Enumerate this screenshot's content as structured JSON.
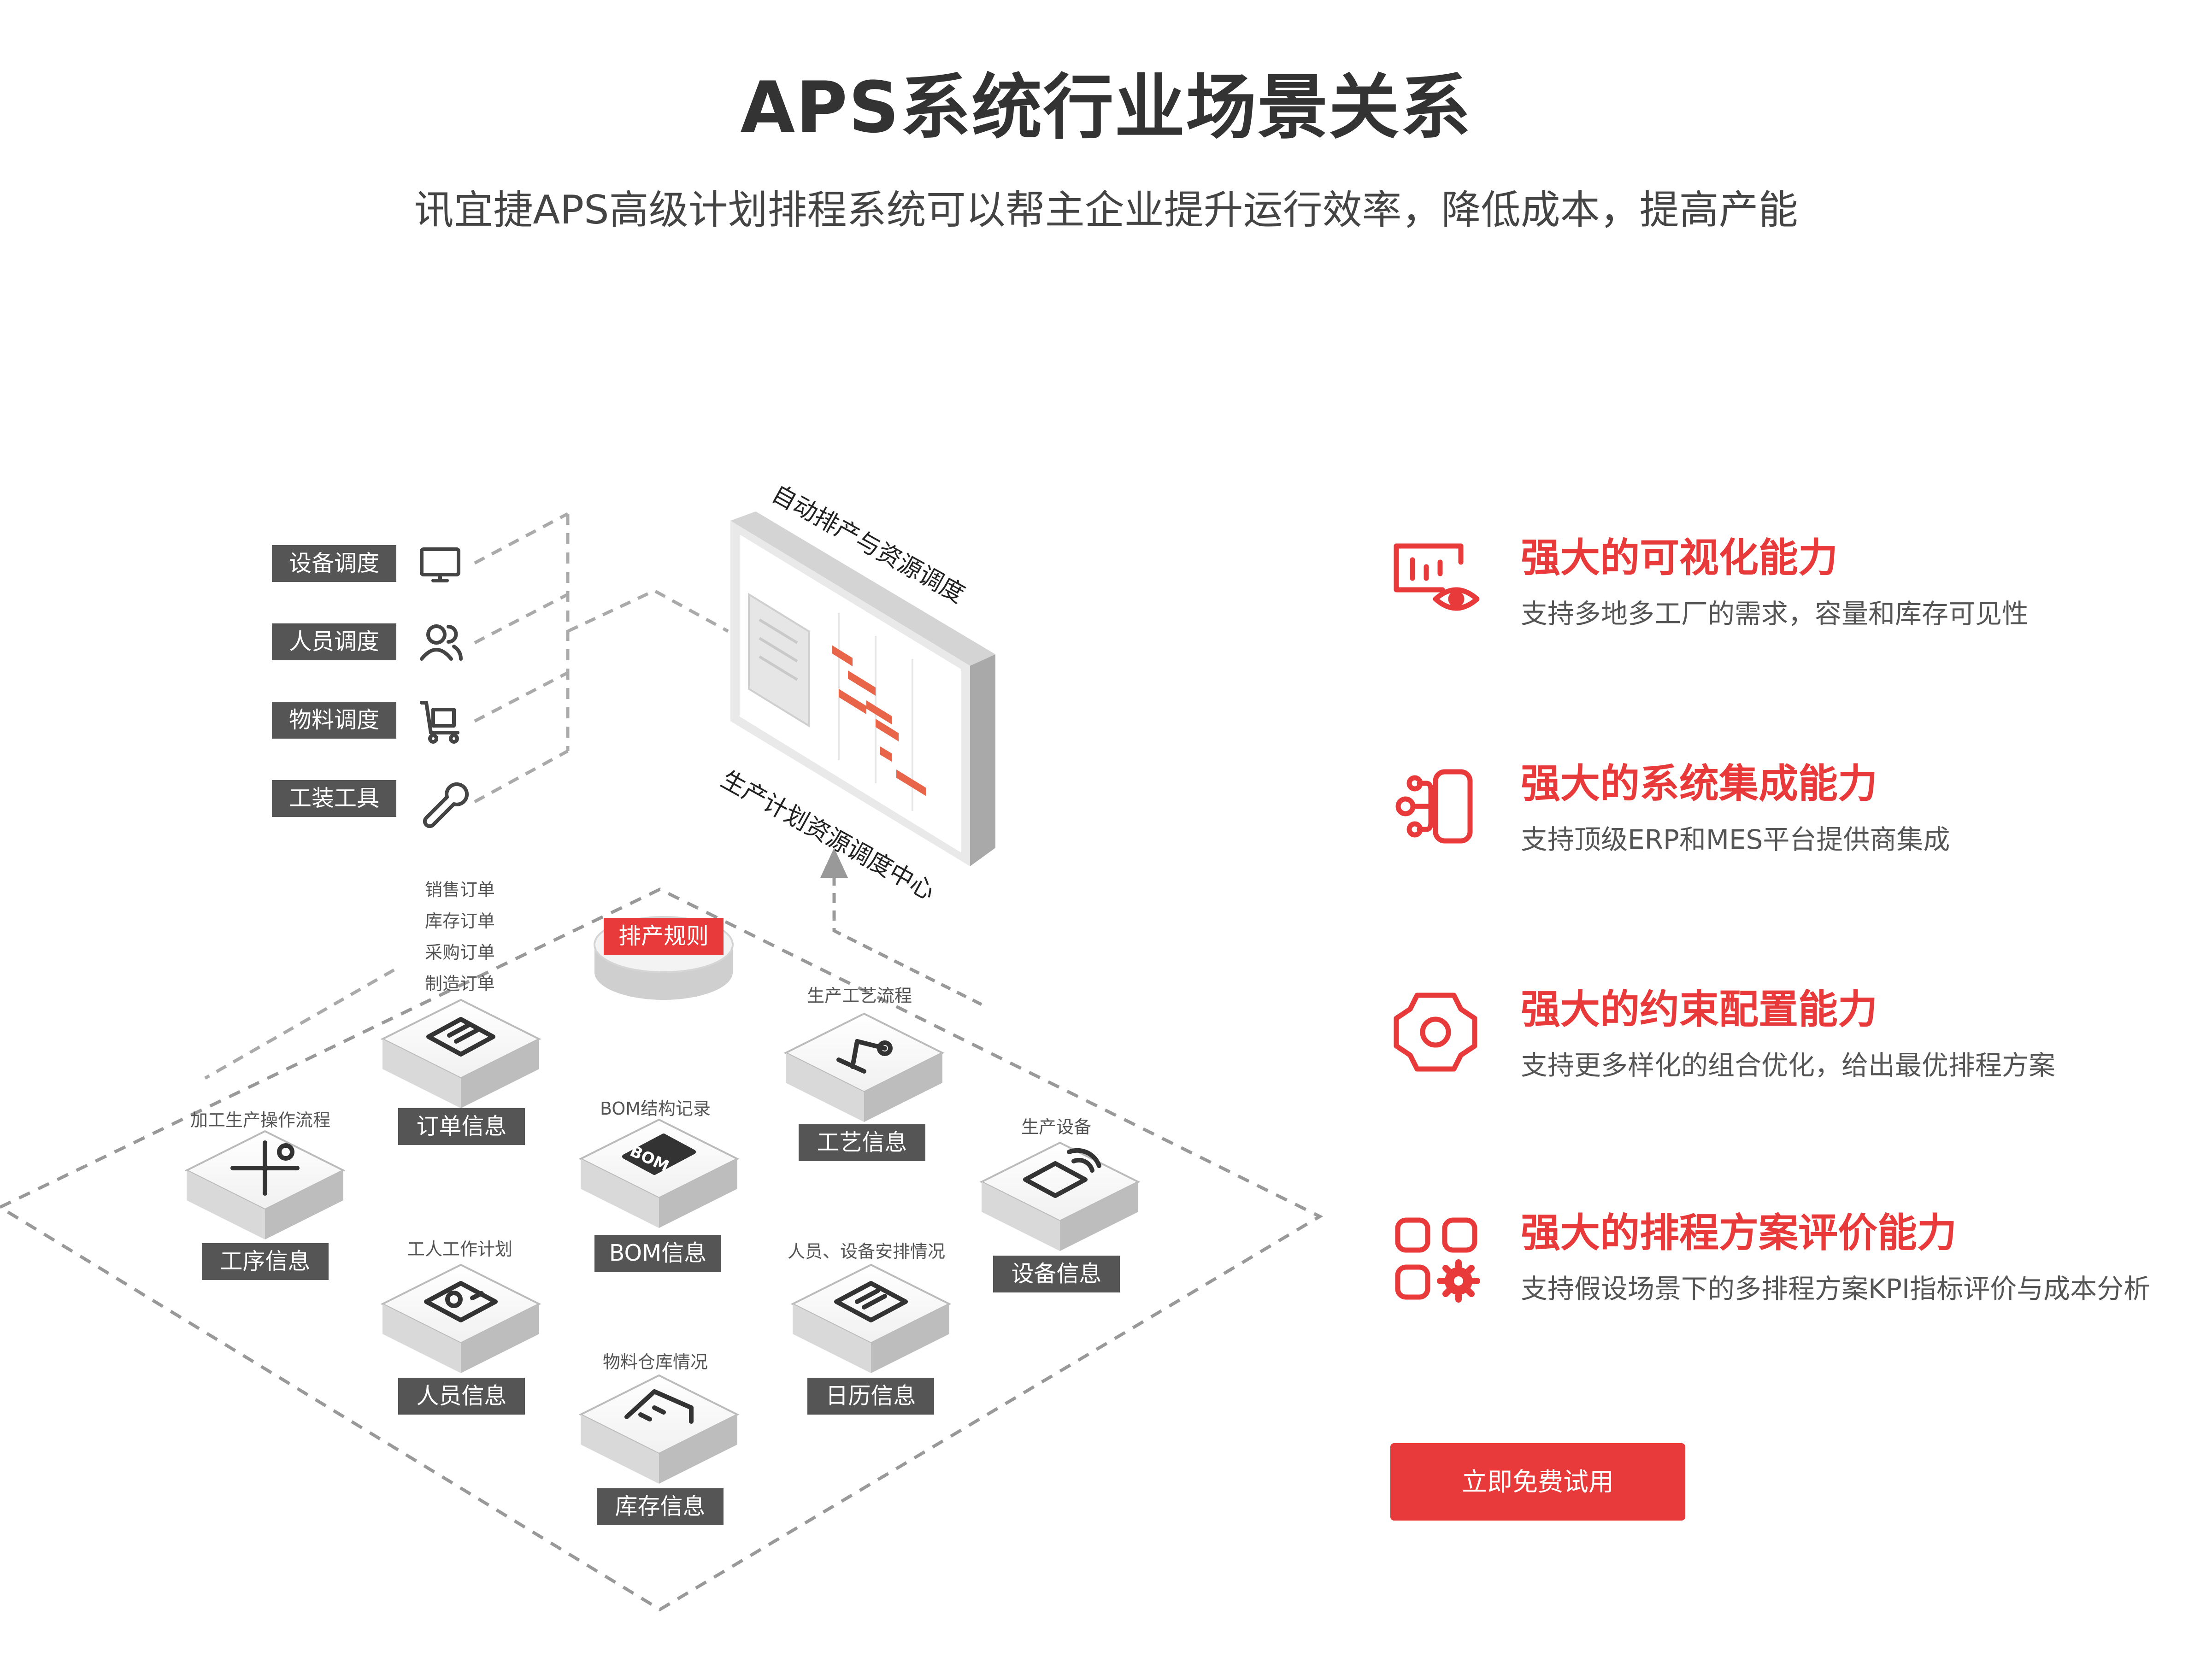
{
  "header": {
    "title": "APS系统行业场景关系",
    "subtitle": "讯宜捷APS高级计划排程系统可以帮主企业提升运行效率，降低成本，提高产能"
  },
  "diagram": {
    "screen_top_label": "自动排产与资源调度",
    "screen_bottom_label": "生产计划资源调度中心",
    "scheduling": [
      {
        "label": "设备调度",
        "icon": "monitor-icon"
      },
      {
        "label": "人员调度",
        "icon": "people-icon"
      },
      {
        "label": "物料调度",
        "icon": "cart-icon"
      },
      {
        "label": "工装工具",
        "icon": "wrench-icon"
      }
    ],
    "rule_tag": "排产规则",
    "order_sources": [
      "销售订单",
      "库存订单",
      "采购订单",
      "制造订单"
    ],
    "modules": {
      "order": {
        "tag": "订单信息",
        "icon": "document-icon"
      },
      "process": {
        "tag": "工序信息",
        "caption": "加工生产操作流程",
        "icon": "tools-icon"
      },
      "bom": {
        "tag": "BOM信息",
        "caption": "BOM结构记录",
        "icon": "bom-icon",
        "icon_text": "BOM"
      },
      "craft": {
        "tag": "工艺信息",
        "caption": "生产工艺流程",
        "icon": "robot-arm-icon"
      },
      "equipment": {
        "tag": "设备信息",
        "caption": "生产设备",
        "icon": "device-icon"
      },
      "personnel": {
        "tag": "人员信息",
        "caption": "工人工作计划",
        "icon": "id-card-icon"
      },
      "calendar": {
        "tag": "日历信息",
        "caption": "人员、设备安排情况",
        "icon": "calendar-icon"
      },
      "inventory": {
        "tag": "库存信息",
        "caption": "物料仓库情况",
        "icon": "warehouse-icon"
      }
    }
  },
  "features": [
    {
      "title": "强大的可视化能力",
      "desc": "支持多地多工厂的需求，容量和库存可见性",
      "icon": "chart-eye-icon"
    },
    {
      "title": "强大的系统集成能力",
      "desc": "支持顶级ERP和MES平台提供商集成",
      "icon": "integration-icon"
    },
    {
      "title": "强大的约束配置能力",
      "desc": "支持更多样化的组合优化，给出最优排程方案",
      "icon": "gear-icon"
    },
    {
      "title": "强大的排程方案评价能力",
      "desc": "支持假设场景下的多排程方案KPI指标评价与成本分析",
      "icon": "grid-gear-icon"
    }
  ],
  "cta": {
    "label": "立即免费试用"
  },
  "colors": {
    "accent": "#e83a3a",
    "tag": "#555555",
    "gantt": "#e8654a"
  }
}
